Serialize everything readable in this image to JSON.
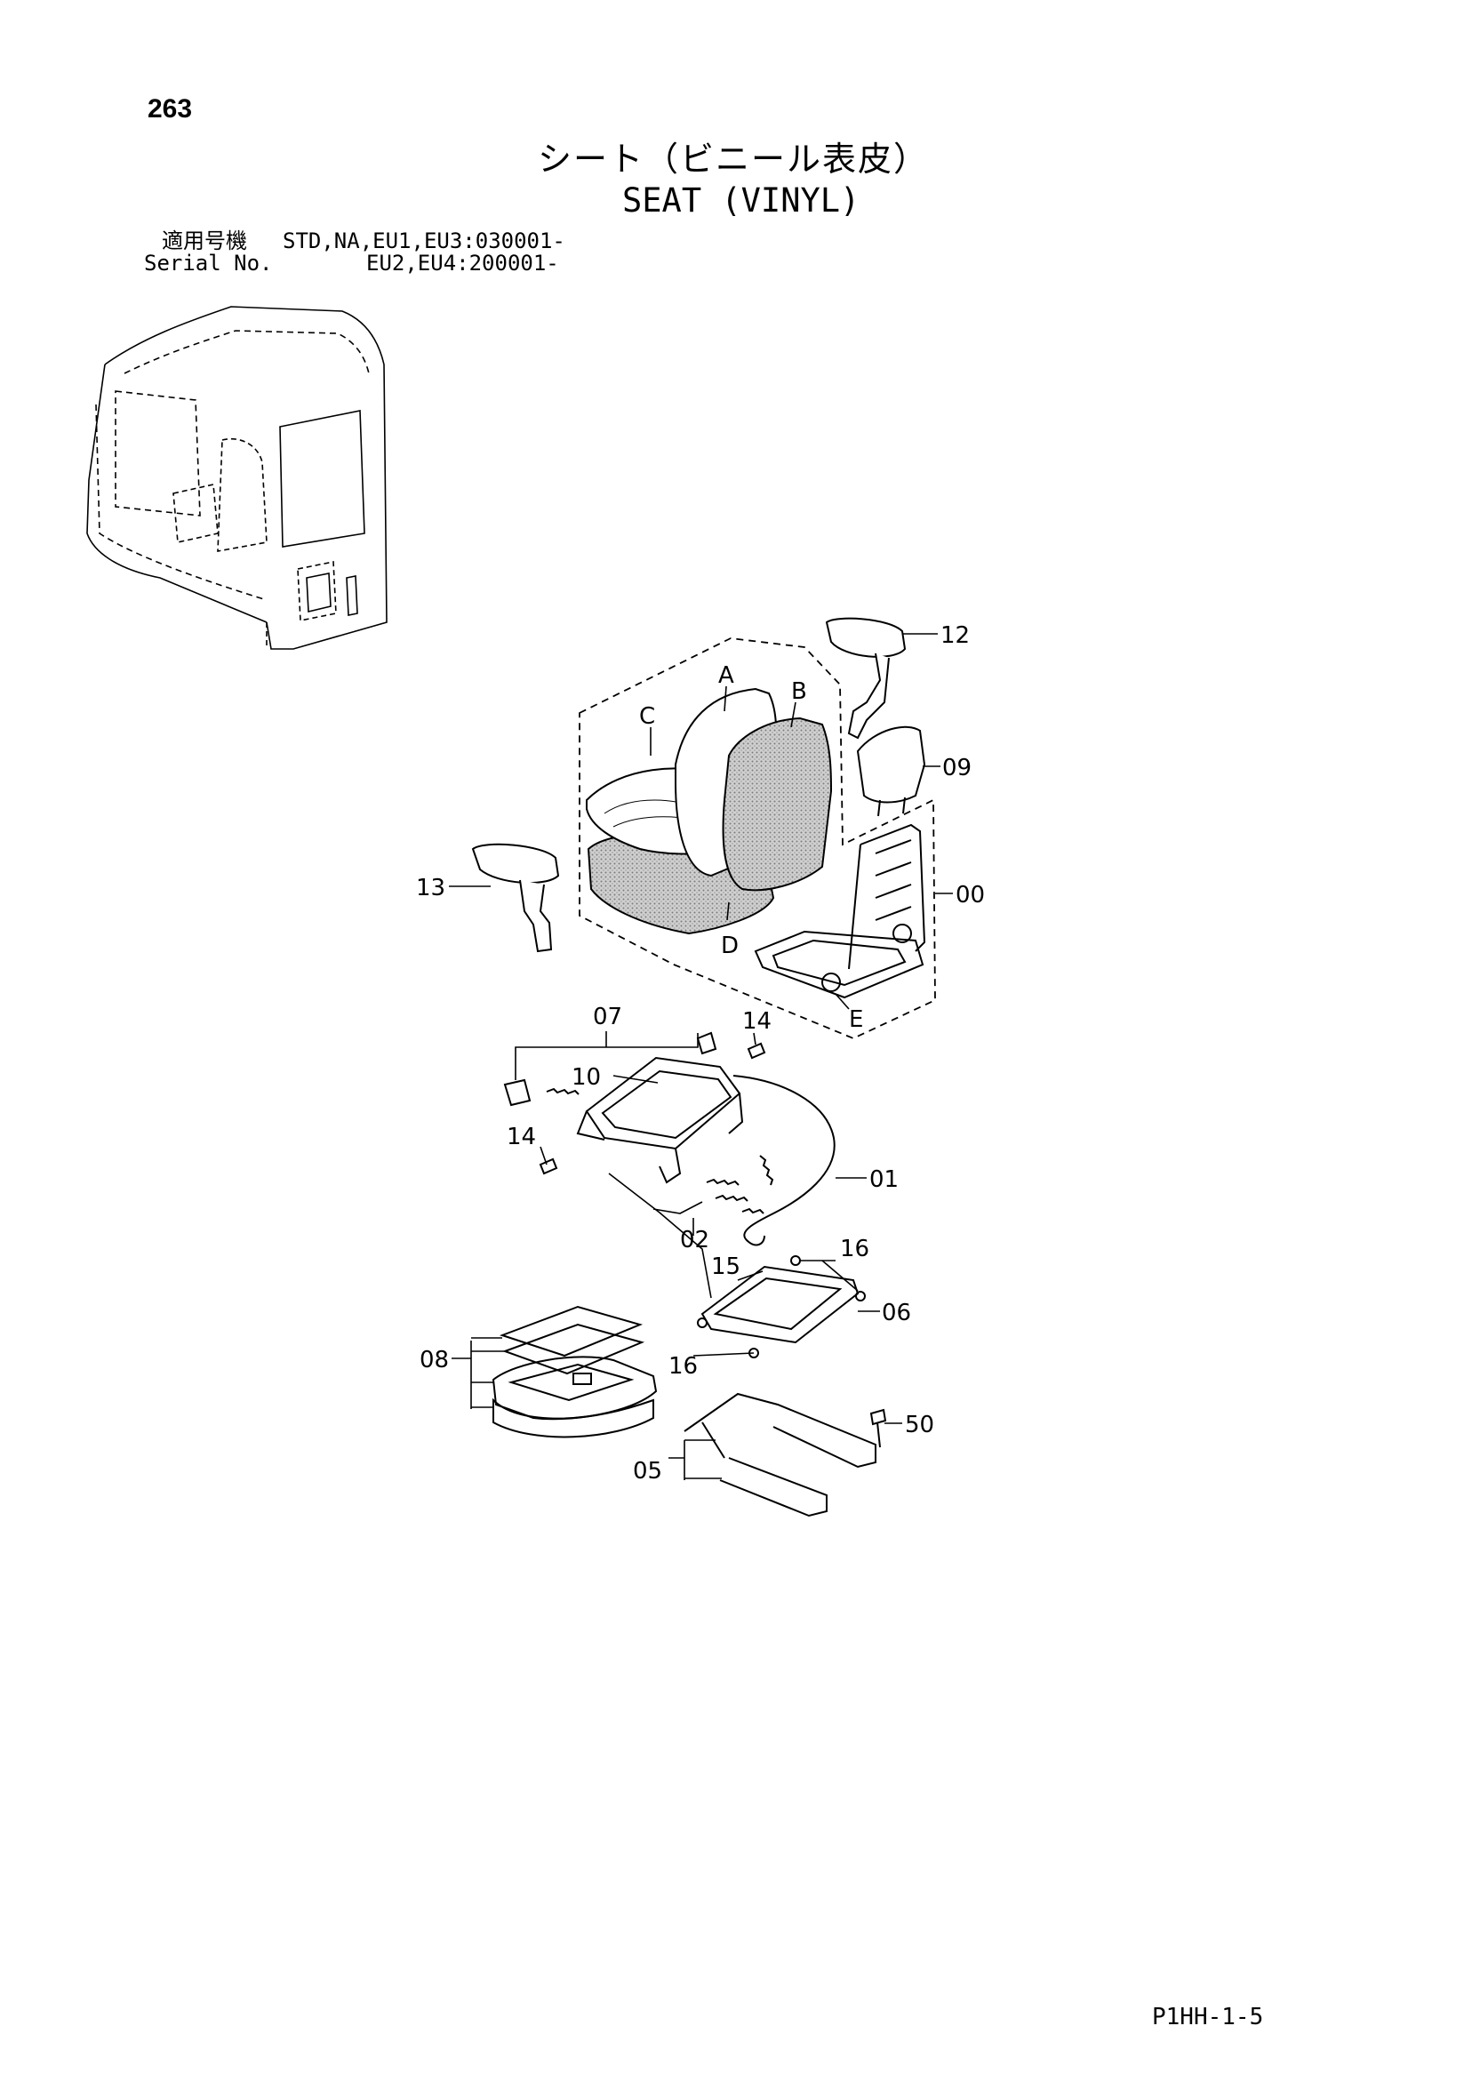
{
  "header": {
    "page_number": "263",
    "title_jp": "シート（ビニール表皮）",
    "title_en": "SEAT (VINYL)",
    "serial_label_jp": "適用号機",
    "serial_label_en": "Serial No.",
    "serial_line1": "STD,NA,EU1,EU3:030001-",
    "serial_line2": "EU2,EU4:200001-"
  },
  "callouts": {
    "A": "A",
    "B": "B",
    "C": "C",
    "D": "D",
    "E": "E",
    "p00": "00",
    "p01": "01",
    "p02": "02",
    "p05": "05",
    "p06": "06",
    "p07": "07",
    "p08": "08",
    "p09": "09",
    "p10": "10",
    "p12": "12",
    "p13": "13",
    "p14a": "14",
    "p14b": "14",
    "p15": "15",
    "p16a": "16",
    "p16b": "16",
    "p50": "50"
  },
  "footer": {
    "doc_code": "P1HH-1-5"
  }
}
